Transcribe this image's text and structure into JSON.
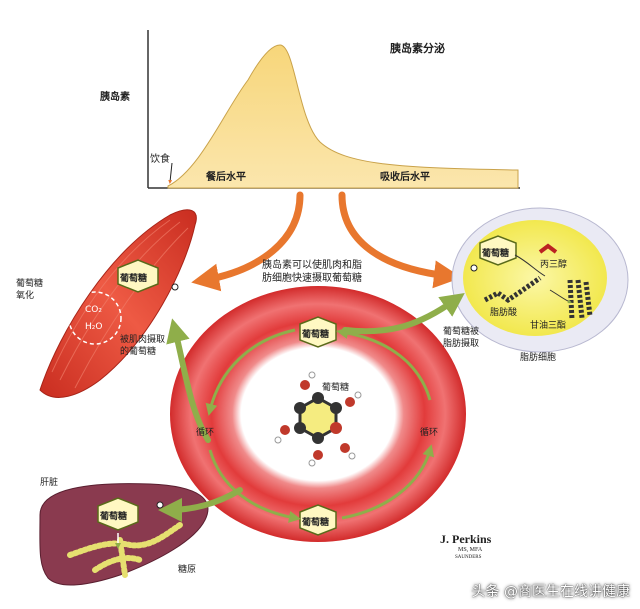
{
  "colors": {
    "curve_fill": "#f6d98a",
    "curve_stroke": "#c9a24a",
    "arrow_orange": "#e8772e",
    "ring_red": "#e23b3b",
    "muscle_red": "#e0412f",
    "liver_purple": "#8a3a4f",
    "fat_yellow": "#f5ef6a",
    "green_arrow": "#8fae4a"
  },
  "graph": {
    "title": "胰岛素分泌",
    "ylabel": "胰岛素",
    "meal_label": "饮食",
    "postmeal_label": "餐后水平",
    "fasting_label": "吸收后水平"
  },
  "center_text": {
    "line1": "胰岛素可以使肌肉和脂",
    "line2": "肪细胞快速摄取葡萄糖"
  },
  "muscle": {
    "glucose_label": "葡萄糖",
    "oxidation_label_1": "葡萄糖",
    "oxidation_label_2": "氧化",
    "co2": "CO₂",
    "h2o": "H₂O",
    "uptake_label_1": "被肌肉摄取",
    "uptake_label_2": "的葡萄糖"
  },
  "blood": {
    "top_glucose": "葡萄糖",
    "bottom_glucose": "葡萄糖",
    "molecule_label": "葡萄糖",
    "circulation_left": "循环",
    "circulation_right": "循环"
  },
  "fat": {
    "glucose_label": "葡萄糖",
    "glycerol_label": "丙三醇",
    "fatty_acid_label": "脂肪酸",
    "triglyceride_label": "甘油三酯",
    "uptake_label_1": "葡萄糖被",
    "uptake_label_2": "脂肪摄取",
    "cell_label": "脂肪细胞"
  },
  "liver": {
    "title": "肝脏",
    "glucose_label": "葡萄糖",
    "glycogen_label": "糖原"
  },
  "credit": {
    "name": "J. Perkins",
    "degree": "MS, MFA",
    "publisher": "SAUNDERS"
  },
  "watermark": "头条 @商医生在线讲健康"
}
